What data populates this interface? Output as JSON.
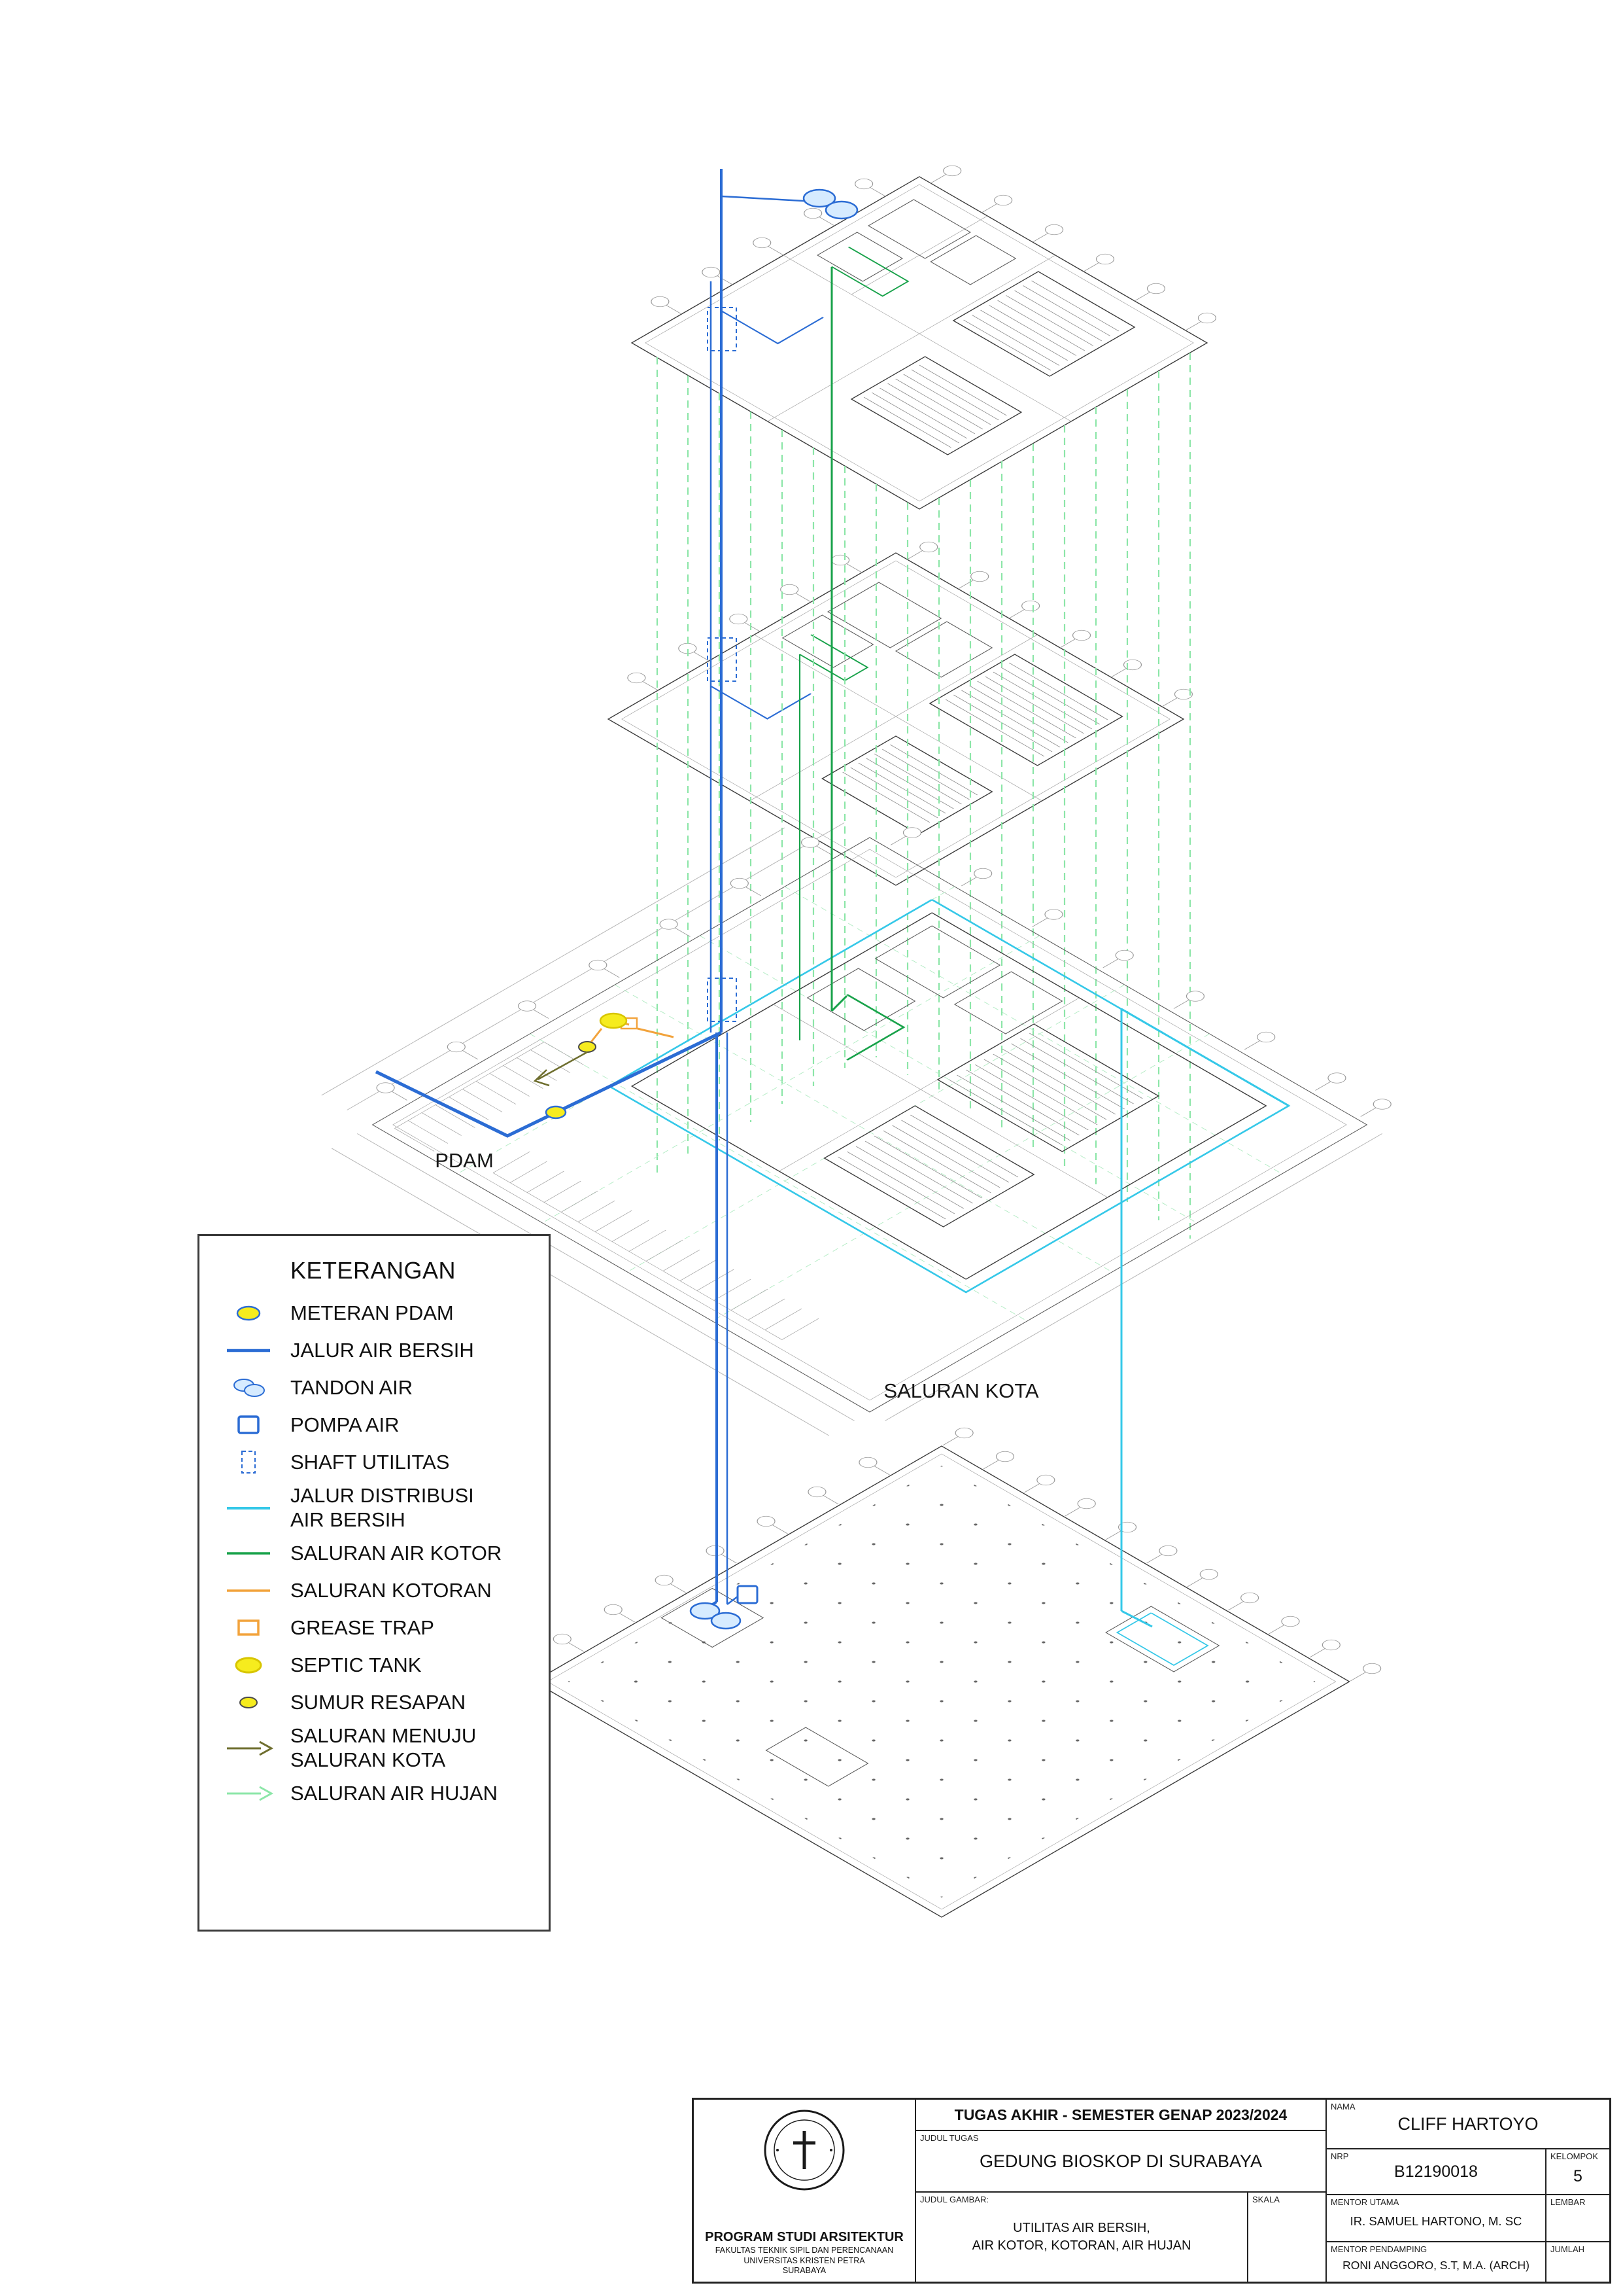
{
  "drawing": {
    "pdam_label": "PDAM",
    "saluran_kota_label": "SALURAN KOTA"
  },
  "legend": {
    "title": "KETERANGAN",
    "items": [
      {
        "id": "meteran-pdam",
        "label": "METERAN PDAM"
      },
      {
        "id": "jalur-air-bersih",
        "label": "JALUR AIR BERSIH"
      },
      {
        "id": "tandon-air",
        "label": "TANDON AIR"
      },
      {
        "id": "pompa-air",
        "label": "POMPA AIR"
      },
      {
        "id": "shaft-utilitas",
        "label": "SHAFT UTILITAS"
      },
      {
        "id": "jalur-distribusi-air-bersih",
        "label": "JALUR DISTRIBUSI\nAIR BERSIH"
      },
      {
        "id": "saluran-air-kotor",
        "label": "SALURAN AIR KOTOR"
      },
      {
        "id": "saluran-kotoran",
        "label": "SALURAN KOTORAN"
      },
      {
        "id": "grease-trap",
        "label": "GREASE TRAP"
      },
      {
        "id": "septic-tank",
        "label": "SEPTIC TANK"
      },
      {
        "id": "sumur-resapan",
        "label": "SUMUR RESAPAN"
      },
      {
        "id": "saluran-menuju-saluran-kota",
        "label": "SALURAN MENUJU\nSALURAN KOTA"
      },
      {
        "id": "saluran-air-hujan",
        "label": "SALURAN AIR HUJAN"
      }
    ]
  },
  "title_block": {
    "header": "TUGAS AKHIR - SEMESTER GENAP 2023/2024",
    "judul_tugas_label": "JUDUL TUGAS",
    "judul_tugas": "GEDUNG BIOSKOP DI SURABAYA",
    "judul_gambar_label": "JUDUL GAMBAR:",
    "judul_gambar": "UTILITAS AIR BERSIH,\nAIR KOTOR, KOTORAN, AIR HUJAN",
    "skala_label": "SKALA",
    "nama_label": "NAMA",
    "nama": "CLIFF HARTOYO",
    "nrp_label": "NRP",
    "nrp": "B12190018",
    "kelompok_label": "KELOMPOK",
    "kelompok": "5",
    "mentor_utama_label": "MENTOR UTAMA",
    "mentor_utama": "IR. SAMUEL HARTONO, M. SC",
    "mentor_pendamping_label": "MENTOR PENDAMPING",
    "mentor_pendamping": "RONI ANGGORO, S.T, M.A. (ARCH)",
    "lembar_label": "LEMBAR",
    "jumlah_label": "JUMLAH",
    "institution": {
      "line1": "PROGRAM STUDI ARSITEKTUR",
      "line2": "FAKULTAS TEKNIK SIPIL DAN PERENCANAAN",
      "line3": "UNIVERSITAS KRISTEN PETRA",
      "line4": "SURABAYA"
    }
  },
  "colors": {
    "air_bersih": "#2b6cd4",
    "distribusi_air_bersih": "#35c8e8",
    "air_kotor": "#18a24a",
    "air_hujan": "#8ce6a8",
    "kotoran": "#f2a33c",
    "septic": "#f6ec1e"
  }
}
